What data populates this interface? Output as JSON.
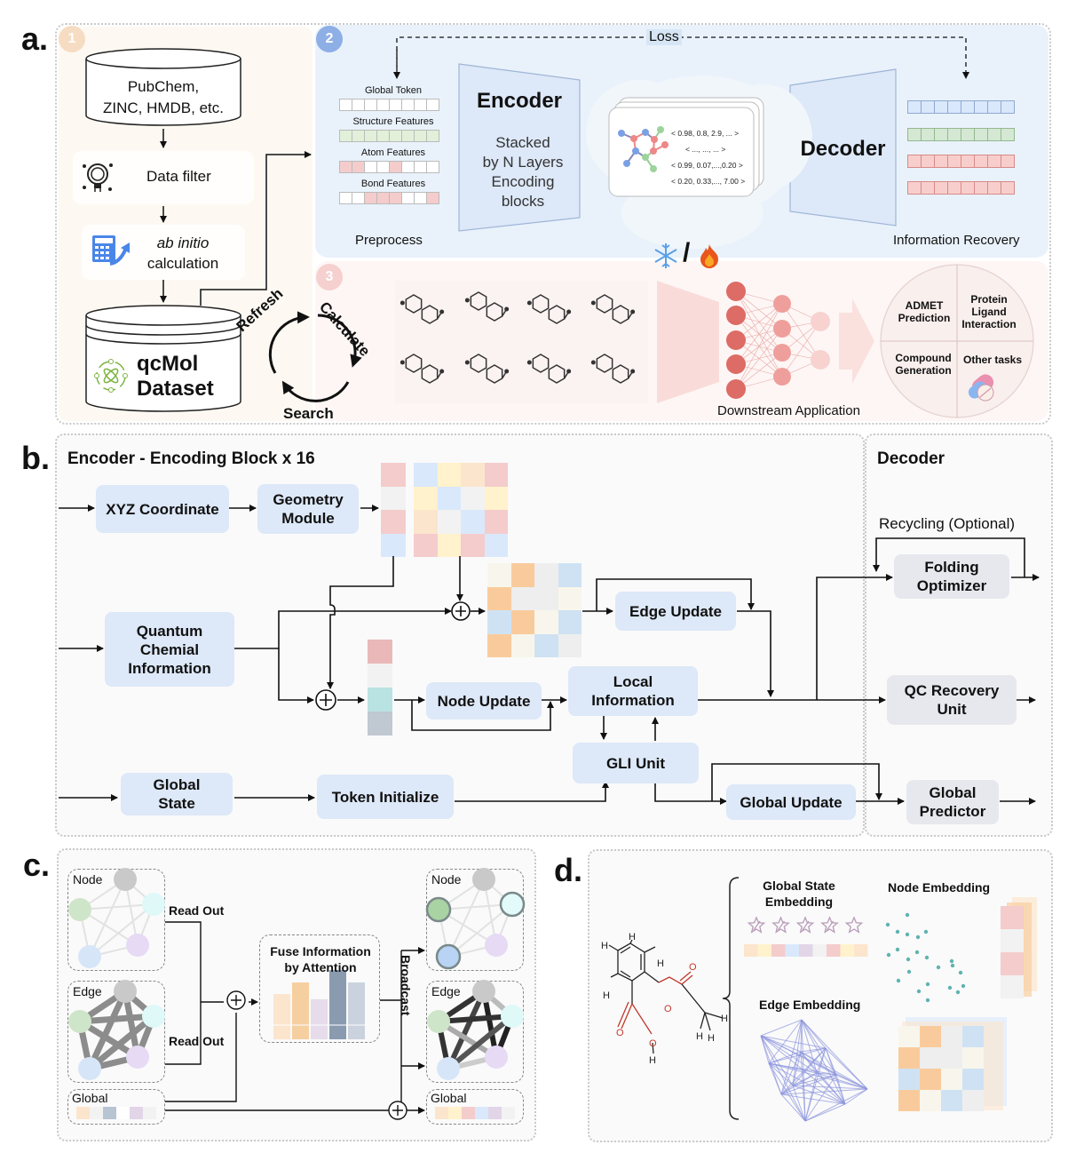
{
  "panel_a": {
    "label": "a.",
    "section1": {
      "badge": "1",
      "source_db": [
        "PubChem,",
        "ZINC, HMDB, etc."
      ],
      "data_filter": "Data filter",
      "ab_initio_italic": "ab initio",
      "ab_initio_rest": "calculation",
      "dataset_line1": "qcMol",
      "dataset_line2": "Dataset",
      "cycle": {
        "refresh": "Refresh",
        "calculate": "Calculate",
        "search": "Search"
      }
    },
    "section2": {
      "badge": "2",
      "loss": "Loss",
      "features": [
        {
          "label": "Global Token",
          "colors": [
            "#fff",
            "#fff",
            "#fff",
            "#fff",
            "#fff",
            "#fff",
            "#fff",
            "#fff"
          ]
        },
        {
          "label": "Structure Features",
          "colors": [
            "#e2f0d9",
            "#e2f0d9",
            "#e2f0d9",
            "#e2f0d9",
            "#e2f0d9",
            "#e2f0d9",
            "#e2f0d9",
            "#e2f0d9"
          ]
        },
        {
          "label": "Atom Features",
          "colors": [
            "#f4cccc",
            "#f4cccc",
            "#fff",
            "#fff",
            "#f4cccc",
            "#fff",
            "#fff",
            "#fff"
          ]
        },
        {
          "label": "Bond Features",
          "colors": [
            "#fff",
            "#fff",
            "#f4cccc",
            "#f4cccc",
            "#f4cccc",
            "#fff",
            "#fff",
            "#f4cccc"
          ]
        }
      ],
      "preprocess": "Preprocess",
      "encoder_title": "Encoder",
      "encoder_sub": [
        "Stacked",
        "by N Layers",
        "Encoding",
        "blocks"
      ],
      "vectors": [
        "< 0.98, 0.8, 2.9, ... >",
        "< ..., ..., ... >",
        "< 0.99, 0.07,...,0.20 >",
        "< 0.20, 0.33,..., 7.00 >"
      ],
      "decoder_title": "Decoder",
      "recovery_rows": [
        "#dae8fc",
        "#d5e8d4",
        "#f8cecc",
        "#f8cecc"
      ],
      "info_recovery": "Information Recovery",
      "freeze_icon": "snowflake-icon",
      "slash": "/",
      "finetune_icon": "fire-icon"
    },
    "section3": {
      "badge": "3",
      "downstream": "Downstream Application",
      "tasks": [
        "ADMET Prediction",
        "Protein Ligand Interaction",
        "Compound Generation",
        "Other tasks"
      ]
    }
  },
  "panel_b": {
    "label": "b.",
    "encoder_title": "Encoder - Encoding Block x 16",
    "decoder_title": "Decoder",
    "xyz": "XYZ Coordinate",
    "geometry": [
      "Geometry",
      "Module"
    ],
    "quantum": [
      "Quantum",
      "Chemial",
      "Information"
    ],
    "edge_update": "Edge Update",
    "node_update": "Node Update",
    "local_info": [
      "Local",
      "Information"
    ],
    "gli": "GLI Unit",
    "global_state": [
      "Global",
      "State"
    ],
    "token_init": "Token Initialize",
    "global_update": "Global Update",
    "recycling": "Recycling (Optional)",
    "folding": [
      "Folding",
      "Optimizer"
    ],
    "qc_recovery": [
      "QC Recovery",
      "Unit"
    ],
    "global_predictor": [
      "Global",
      "Predictor"
    ],
    "geo_column": [
      "#f4cccc",
      "#f2f2f2",
      "#f4cccc",
      "#dae8fc"
    ],
    "geo_matrix": [
      [
        "#dae8fc",
        "#fff2cc",
        "#fce5cd",
        "#f4cccc"
      ],
      [
        "#fff2cc",
        "#dae8fc",
        "#f2f2f2",
        "#fff2cc"
      ],
      [
        "#fce5cd",
        "#f2f2f2",
        "#dae8fc",
        "#f4cccc"
      ],
      [
        "#f4cccc",
        "#fff2cc",
        "#f4cccc",
        "#dae8fc"
      ]
    ],
    "edge_matrix": [
      [
        "#f8f6ec",
        "#f9cb9c",
        "#eeeeee",
        "#cfe2f3"
      ],
      [
        "#f9cb9c",
        "#eeeeee",
        "#eeeeee",
        "#f8f6ec"
      ],
      [
        "#cfe2f3",
        "#f9cb9c",
        "#f8f6ec",
        "#cfe2f3"
      ],
      [
        "#f9cb9c",
        "#f8f6ec",
        "#cfe2f3",
        "#eeeeee"
      ]
    ],
    "node_column": [
      "#eab8b8",
      "#f2f2f2",
      "#b9e2e2",
      "#c0c8d2"
    ]
  },
  "panel_c": {
    "label": "c.",
    "node": "Node",
    "edge": "Edge",
    "global": "Global",
    "read_out_1": "Read Out",
    "read_out_2": "Read Out",
    "fuse": [
      "Fuse Information",
      "by Attention"
    ],
    "broadcast": "Broadcast",
    "attention_bars": [
      {
        "value": 0.62,
        "color": "#fbe5cd"
      },
      {
        "value": 0.78,
        "color": "#f6cfa0"
      },
      {
        "value": 0.55,
        "color": "#e6dceb"
      },
      {
        "value": 0.95,
        "color": "#8a9bb0"
      },
      {
        "value": 0.78,
        "color": "#c9d2dd"
      }
    ],
    "global_in_colors": [
      "#fce5cd",
      "#f2f2f2",
      "#b7c4d2",
      "#ffffff",
      "#e2d5e8",
      "#f2f2f2"
    ],
    "global_out_colors": [
      "#fce5cd",
      "#fff2cc",
      "#f4cccc",
      "#dae8fc",
      "#e2d5e8",
      "#f2f2f2"
    ]
  },
  "panel_d": {
    "label": "d.",
    "global_state_embedding": [
      "Global State",
      "Embedding"
    ],
    "node_embedding": "Node Embedding",
    "edge_embedding": "Edge Embedding",
    "star_count": 5,
    "global_colors": [
      "#fce5cd",
      "#fff2cc",
      "#f4cccc",
      "#dae8fc",
      "#e2d5e8",
      "#f2f2f2",
      "#f4cccc",
      "#fff2cc",
      "#fce5cd"
    ],
    "molecule_atoms": {
      "H": "H",
      "O": "O"
    }
  }
}
